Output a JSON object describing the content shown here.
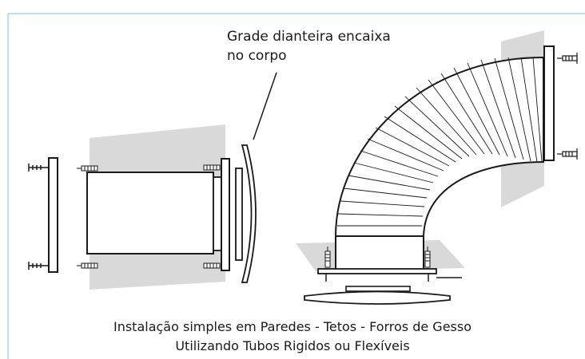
{
  "callout": {
    "line1": "Grade dianteira encaixa",
    "line2": "no corpo"
  },
  "caption": {
    "line1": "Instalação simples em Paredes - Tetos - Forros de Gesso",
    "line2": "Utilizando Tubos Rigidos ou Flexíveis"
  },
  "colors": {
    "frame": "#8fd3df",
    "wall": "#d9d9d9",
    "line": "#1a1a1a"
  }
}
